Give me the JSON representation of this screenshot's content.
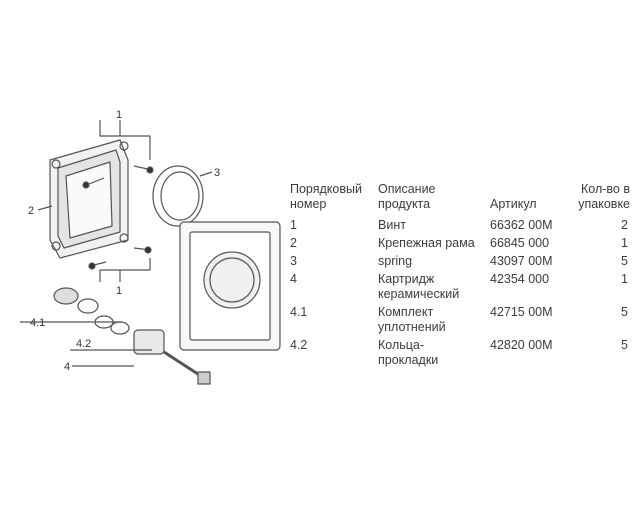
{
  "callouts": {
    "c1_top": "1",
    "c1_bottom": "1",
    "c2": "2",
    "c3": "3",
    "c4": "4",
    "c41": "4.1",
    "c42": "4.2"
  },
  "table": {
    "headers": [
      "Порядковый\nномер",
      "Описание\nпродукта",
      "Артикул",
      "Кол-во в\nупаковке"
    ],
    "rows": [
      [
        "1",
        "Винт",
        "66362 00M",
        "2"
      ],
      [
        "2",
        "Крепежная рама",
        "66845 000",
        "1"
      ],
      [
        "3",
        "spring",
        "43097 00M",
        "5"
      ],
      [
        "4",
        "Картридж\nкерамический",
        "42354 000",
        "1"
      ],
      [
        "4.1",
        "Комплект\nуплотнений",
        "42715 00M",
        "5"
      ],
      [
        "4.2",
        "Кольца-\nпрокладки",
        "42820 00M",
        "5"
      ]
    ]
  }
}
